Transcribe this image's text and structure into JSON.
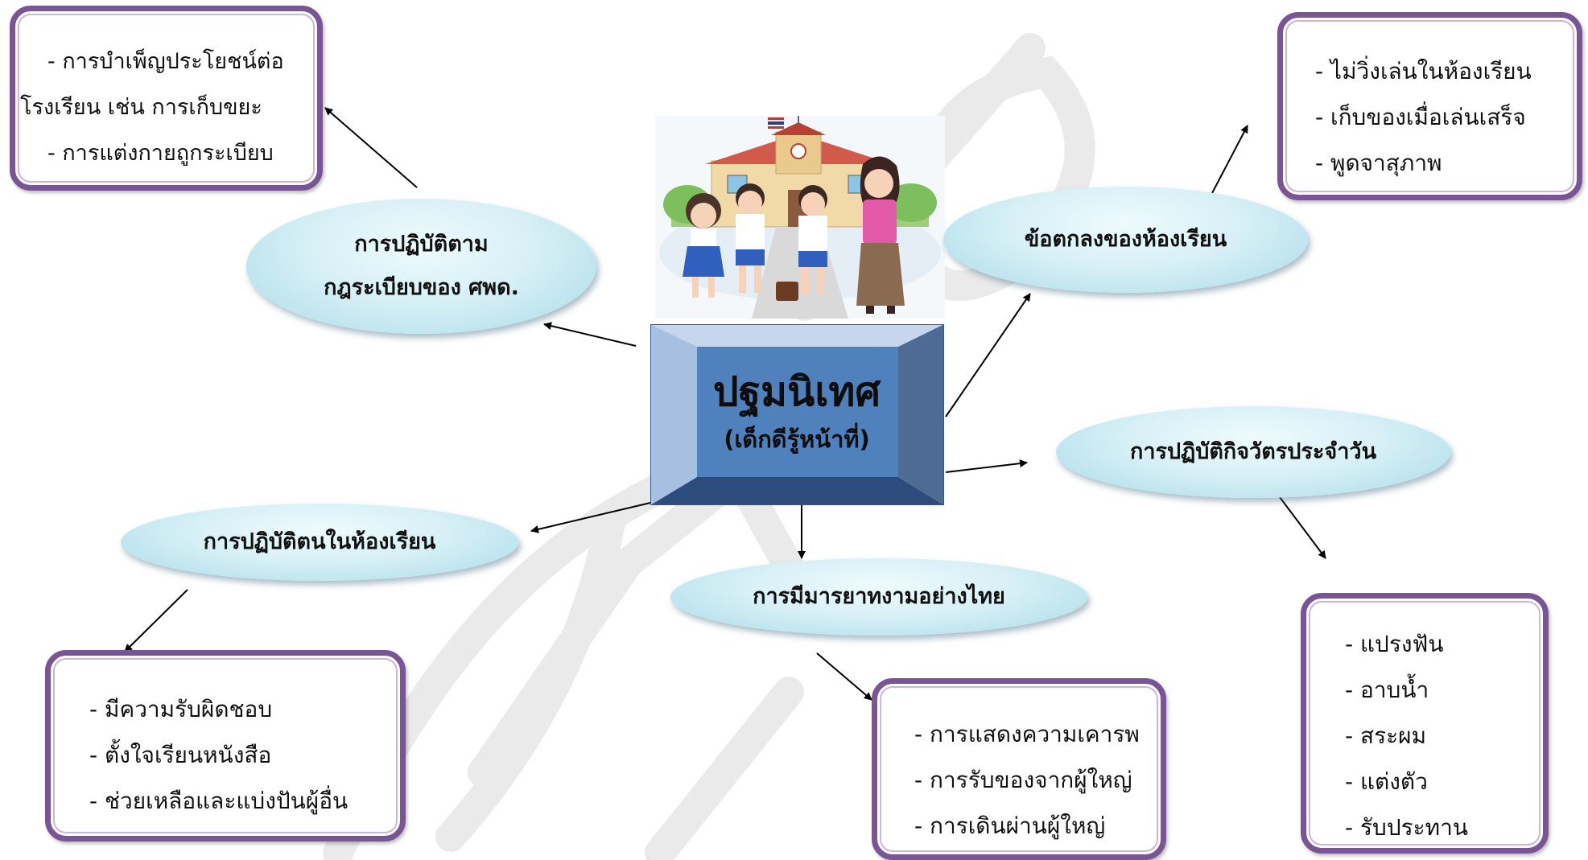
{
  "center": {
    "title": "ปฐมนิเทศ",
    "subtitle": "(เด็กดีรู้หน้าที่)"
  },
  "ovals": {
    "rules": {
      "line1": "การปฏิบัติตาม",
      "line2": "กฎระเบียบของ ศพด."
    },
    "classroom_agreement": {
      "label": "ข้อตกลงของห้องเรียน"
    },
    "daily_routine": {
      "label": "การปฏิบัติกิจวัตรประจำวัน"
    },
    "classroom_behavior": {
      "label": "การปฏิบัติตนในห้องเรียน"
    },
    "thai_manners": {
      "label": "การมีมารยาทงามอย่างไทย"
    }
  },
  "boxes": {
    "rules_details": {
      "lines": [
        "-  การบำเพ็ญประโยชน์ต่อ",
        "โรงเรียน เช่น การเก็บขยะ",
        "-  การแต่งกายถูกระเบียบ"
      ]
    },
    "agreement_details": {
      "lines": [
        "-  ไม่วิ่งเล่นในห้องเรียน",
        "-  เก็บของเมื่อเล่นเสร็จ",
        "-  พูดจาสุภาพ"
      ]
    },
    "routine_details": {
      "lines": [
        "-  แปรงฟัน",
        "-  อาบน้ำ",
        "-  สระผม",
        "-  แต่งตัว",
        "-  รับประทาน"
      ]
    },
    "behavior_details": {
      "lines": [
        "-  มีความรับผิดชอบ",
        "-  ตั้งใจเรียนหนังสือ",
        "-  ช่วยเหลือและแบ่งปันผู้อื่น"
      ]
    },
    "manners_details": {
      "lines": [
        "-  การแสดงความเคารพ",
        "-  การรับของจากผู้ใหญ่",
        "-  การเดินผ่านผู้ใหญ่"
      ]
    }
  },
  "colors": {
    "box_border": "#7a5595",
    "oval_fill": "#d7f0f6",
    "center_fill": "#4f81bd",
    "center_bevel_light": "#b8cce4",
    "center_bevel_dark": "#1f3864"
  }
}
